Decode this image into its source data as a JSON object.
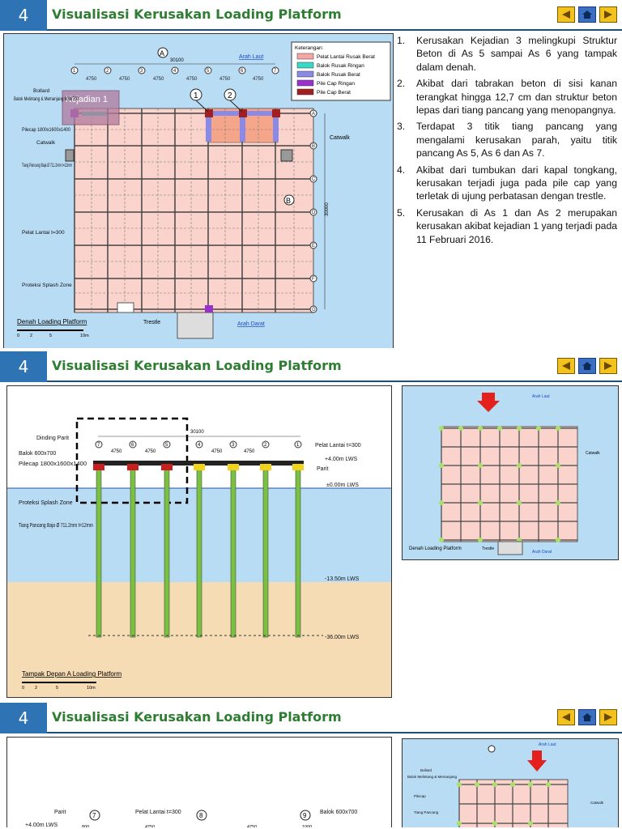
{
  "slides": [
    {
      "number": "4",
      "title": "Visualisasi Kerusakan Loading Platform"
    },
    {
      "number": "4",
      "title": "Visualisasi Kerusakan Loading Platform"
    },
    {
      "number": "4",
      "title": "Visualisasi Kerusakan Loading Platform"
    }
  ],
  "nav": {
    "prev_icon": "triangle-left-icon",
    "home_icon": "home-icon",
    "next_icon": "triangle-right-icon"
  },
  "colors": {
    "accent": "#2e74b5",
    "title": "#2e7d32",
    "nav": "#f3c21c",
    "drawing_bg": "#b9dcf5",
    "slab_heavy": "#f7a6a6",
    "slab_light": "#f9c9c1",
    "beam_light": "#39d9c7",
    "beam_heavy": "#8a8ae6",
    "pilecap_light": "#9b30d1",
    "pilecap_heavy": "#a31f1f",
    "soil": "#f5dcb4",
    "pile": "#7ac142"
  },
  "plan": {
    "compass_a": "A",
    "compass_b": "B",
    "dim_total": "30100",
    "dim_bay": "4750",
    "axes_numbers": [
      "1",
      "2",
      "3",
      "4",
      "5",
      "6",
      "7"
    ],
    "axes_letters": [
      "A",
      "B",
      "C",
      "D",
      "E",
      "F",
      "G"
    ],
    "arah_laut": "Arah Laut",
    "arah_darat": "Arah Darat",
    "kejadian": "Kejadian 1",
    "marker_1": "1",
    "marker_2": "2",
    "bollard": "Bollard",
    "balok": "Balok Melintang & Memanjang 600x700",
    "pilecap": "Pilecap 1800x1600x1400",
    "catwalk": "Catwalk",
    "catwalk_right": "Catwalk",
    "tiang": "Tiang Pancang Baja Ø 711.2mm t=12mm",
    "pelat": "Pelat Lantai t=300",
    "proteksi": "Proteksi Splash Zone",
    "trestle": "Trestle",
    "denah": "Denah Loading Platform",
    "scale": [
      "0",
      "2",
      "5",
      "10m"
    ],
    "dim_vertical": "30000",
    "legend_title": "Keterangan:",
    "legend": [
      {
        "label": "Pelat Lantai Rusak Berat",
        "color": "#f7a6a6"
      },
      {
        "label": "Balok Rusak Ringan",
        "color": "#39d9c7"
      },
      {
        "label": "Balok Rusak Berat",
        "color": "#8a8ae6"
      },
      {
        "label": "Pile Cap Ringan",
        "color": "#9b30d1"
      },
      {
        "label": "Pile Cap Berat",
        "color": "#a31f1f"
      }
    ]
  },
  "points": [
    {
      "n": "1.",
      "text": "Kerusakan Kejadian 3 melingkupi Struktur Beton di As 5 sampai As 6 yang tampak dalam denah."
    },
    {
      "n": "2.",
      "text": "Akibat dari tabrakan beton di sisi kanan terangkat hingga 12,7 cm dan struktur beton lepas dari tiang pancang yang menopangnya."
    },
    {
      "n": "3.",
      "text": "Terdapat 3 titik tiang pancang yang mengalami kerusakan parah, yaitu titik pancang As 5, As 6 dan As 7."
    },
    {
      "n": "4.",
      "text": "Akibat dari tumbukan dari kapal tongkang, kerusakan terjadi juga pada pile cap yang terletak di ujung perbatasan dengan trestle."
    },
    {
      "n": "5.",
      "text": "Kerusakan di As 1 dan As 2 merupakan kerusakan akibat kejadian 1 yang terjadi pada 11 Februari 2016."
    }
  ],
  "elevation": {
    "dinding": "Dinding Parit",
    "balok": "Balok 600x700",
    "pilecap": "Pilecap 1800x1600x1400",
    "pelat": "Pelat Lantai t=300",
    "parit": "Parit",
    "lws_top": "+4.00m  LWS",
    "lws_zero": "±0.00m LWS",
    "proteksi": "Proteksi Splash Zone",
    "tiang": "Tiang Pancang Baja Ø 711.2mm t=12mm",
    "lws_seabed": "-13.50m  LWS",
    "lws_bottom": "-36.00m  LWS",
    "caption": "Tampak Depan A Loading Platform",
    "scale": [
      "0",
      "2",
      "5",
      "10m"
    ],
    "dim_total": "30100",
    "dim_bay": "4750",
    "axes": [
      "7",
      "6",
      "5",
      "4",
      "3",
      "2",
      "1"
    ]
  },
  "thumb": {
    "arah_laut": "Arah Laut",
    "arah_darat": "Arah Darat",
    "denah": "Denah Loading Platform",
    "trestle": "Trestle",
    "catwalk": "Catwalk"
  },
  "elevation2": {
    "parit": "Parit",
    "pelat": "Pelat Lantai t=300",
    "balok": "Balok 600x700",
    "lws": "+4.00m  LWS",
    "axis_7": "7",
    "axis_8": "8",
    "axis_9": "9",
    "dim_800": "800",
    "dim_4750a": "4750",
    "dim_4750b": "4750",
    "dim_1000": "1000"
  },
  "thumb2": {
    "arah_laut": "Arah Laut",
    "bollard": "Bollard",
    "balok": "Balok Melintang & Memanjang",
    "pilecap": "Pilecap",
    "tiang": "Tiang Pancang",
    "catwalk": "Catwalk"
  }
}
